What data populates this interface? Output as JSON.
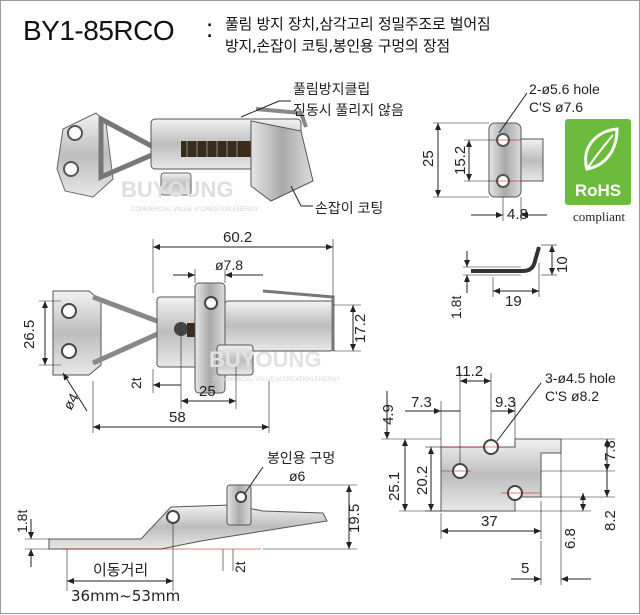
{
  "title": {
    "code": "BY1-85RCO",
    "colon": ":",
    "line1": "풀림 방지 장치,삼각고리 정밀주조로 벌어짐",
    "line2": "방지,손잡이 코팅,봉인용 구멍의 장점"
  },
  "callouts": {
    "clip": "풀림방지클립",
    "no_loosen": "진동시 풀리지 않음",
    "handle_coating": "손잡이 코팅",
    "seal_hole": "봉인용 구멍",
    "travel": "이동거리",
    "travel_range": "36mm~53mm"
  },
  "watermark": {
    "brand": "BUYOUNG",
    "tagline": "COMMERCIAL VALUE of CREATION ENERGY"
  },
  "dims": {
    "hole_2": "2-ø5.6 hole",
    "cs_2": "C'S ø7.6",
    "d25": "25",
    "d15_2": "15.2",
    "d4_8": "4.8",
    "d10": "10",
    "d1_8t_a": "1.8t",
    "d19": "19",
    "d60_2": "60.2",
    "d7_8": "ø7.8",
    "d26_5": "26.5",
    "d17_2": "17.2",
    "d2t_a": "2t",
    "d25b": "25",
    "d4": "ø4",
    "d58": "58",
    "d11_2": "11.2",
    "hole_3": "3-ø4.5 hole",
    "cs_3": "C'S ø8.2",
    "d4_9": "4.9",
    "d7_3": "7.3",
    "d9_3": "9.3",
    "d7_8b": "7.8",
    "d20_2": "20.2",
    "d25_1": "25.1",
    "d8_2": "8.2",
    "d37": "37",
    "d6_8": "6.8",
    "d5": "5",
    "d6": "ø6",
    "d1_8t_b": "1.8t",
    "d19_5": "19.5",
    "d2t_b": "2t"
  },
  "rohs": {
    "label": "RoHS",
    "sub": "compliant",
    "color": "#6dbb3c"
  }
}
